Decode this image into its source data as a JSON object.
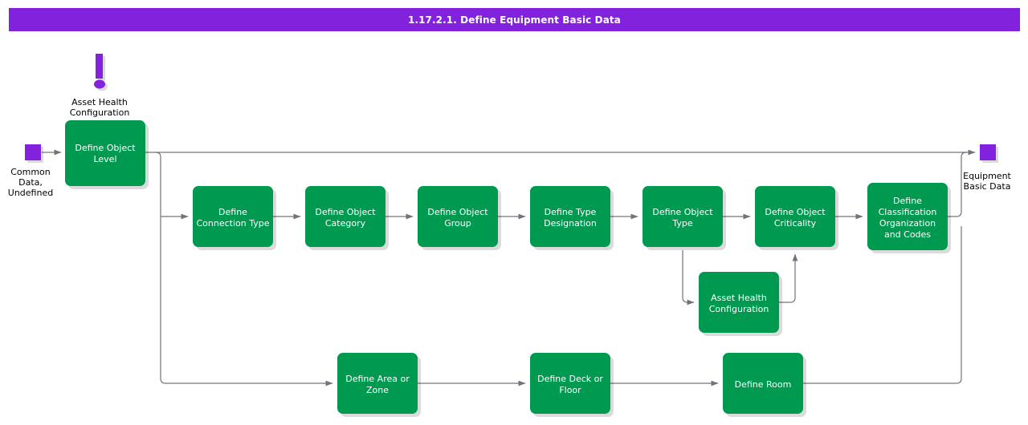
{
  "header": {
    "title": "1.17.2.1. Define Equipment Basic Data",
    "background_color": "#8222dd",
    "text_color": "#ffffff"
  },
  "colors": {
    "process_fill": "#009950",
    "terminator_fill": "#8222dd",
    "edge_stroke": "#70737a",
    "canvas": "#ffffff"
  },
  "diagram": {
    "type": "flowchart",
    "annotations": [
      {
        "name": "asset-health-configuration-note",
        "icon": "exclamation-icon",
        "label_line1": "Asset Health",
        "label_line2": "Configuration"
      }
    ],
    "terminators": [
      {
        "name": "start-terminator",
        "label_line1": "Common",
        "label_line2": "Data,",
        "label_line3": "Undefined"
      },
      {
        "name": "end-terminator",
        "label_line1": "Equipment",
        "label_line2": "Basic Data"
      }
    ],
    "nodes": [
      {
        "id": "define-object-level",
        "line1": "Define Object",
        "line2": "Level",
        "line3": "",
        "line4": ""
      },
      {
        "id": "define-connection-type",
        "line1": "Define",
        "line2": "Connection Type",
        "line3": "",
        "line4": ""
      },
      {
        "id": "define-object-category",
        "line1": "Define Object",
        "line2": "Category",
        "line3": "",
        "line4": ""
      },
      {
        "id": "define-object-group",
        "line1": "Define Object",
        "line2": "Group",
        "line3": "",
        "line4": ""
      },
      {
        "id": "define-type-designation",
        "line1": "Define Type",
        "line2": "Designation",
        "line3": "",
        "line4": ""
      },
      {
        "id": "define-object-type",
        "line1": "Define Object",
        "line2": "Type",
        "line3": "",
        "line4": ""
      },
      {
        "id": "define-object-criticality",
        "line1": "Define Object",
        "line2": "Criticality",
        "line3": "",
        "line4": ""
      },
      {
        "id": "define-classification",
        "line1": "Define",
        "line2": "Classification",
        "line3": "Organization",
        "line4": "and Codes"
      },
      {
        "id": "asset-health-configuration",
        "line1": "Asset Health",
        "line2": "Configuration",
        "line3": "",
        "line4": ""
      },
      {
        "id": "define-area-or-zone",
        "line1": "Define Area or",
        "line2": "Zone",
        "line3": "",
        "line4": ""
      },
      {
        "id": "define-deck-or-floor",
        "line1": "Define Deck or",
        "line2": "Floor",
        "line3": "",
        "line4": ""
      },
      {
        "id": "define-room",
        "line1": "Define Room",
        "line2": "",
        "line3": "",
        "line4": ""
      }
    ]
  }
}
